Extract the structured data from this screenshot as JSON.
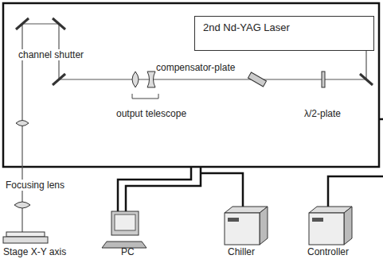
{
  "diagram": {
    "nodes": [
      {
        "text": [
          "2nd Nd-YAG Laser"
        ]
      }
    ],
    "labels": [
      "channel shutter",
      "compensator-plate",
      "output telescope",
      "λ/2-plate",
      "Focusing lens",
      "Stage X-Y axis",
      "PC",
      "Chiller",
      "Controller"
    ]
  }
}
